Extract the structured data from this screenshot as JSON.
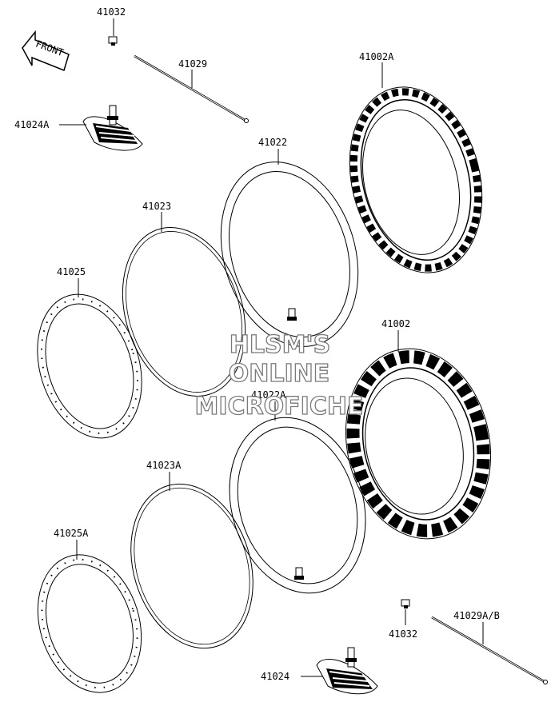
{
  "labels": {
    "l41032_top": "41032",
    "l41029": "41029",
    "l41002A": "41002A",
    "l41024A": "41024A",
    "l41022": "41022",
    "l41023": "41023",
    "l41025": "41025",
    "l41002": "41002",
    "l41022A": "41022A",
    "l41023A": "41023A",
    "l41025A": "41025A",
    "l41029AB": "41029A/B",
    "l41032_bot": "41032",
    "l41024": "41024"
  },
  "front_arrow": "FRONT",
  "watermark": {
    "line1": "HLSM'S",
    "line2": "ONLINE",
    "line3": "MICROFICHE"
  },
  "colors": {
    "ink": "#000000",
    "watermark_stroke": "#7a7a7a",
    "background": "#ffffff"
  }
}
